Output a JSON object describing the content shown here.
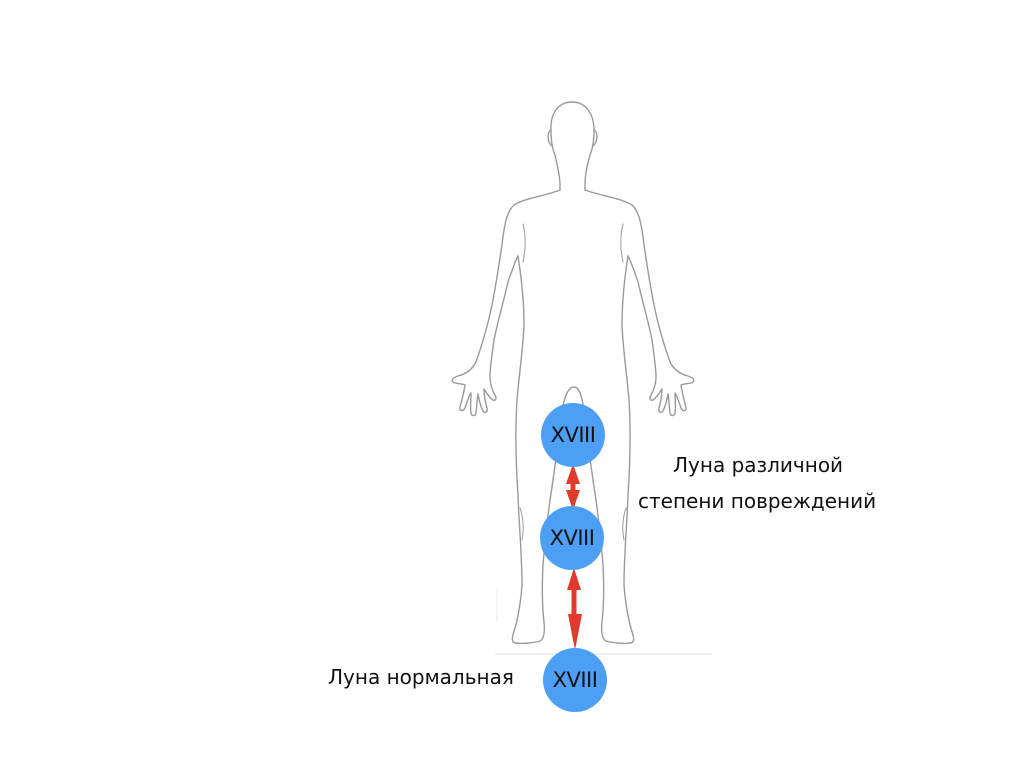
{
  "nodes": [
    {
      "label": "XVIII"
    },
    {
      "label": "XVIII"
    },
    {
      "label": "XVIII"
    }
  ],
  "labels": {
    "damaged_line1": "Луна различной",
    "damaged_line2": "степени повреждений",
    "normal": "Луна нормальная"
  },
  "colors": {
    "node_fill": "#4d9ff5",
    "arrow": "#e03a2b",
    "outline": "#9a9a9a"
  },
  "icons": {
    "figure": "human-body-outline-icon",
    "arrow": "double-headed-arrow-icon"
  }
}
